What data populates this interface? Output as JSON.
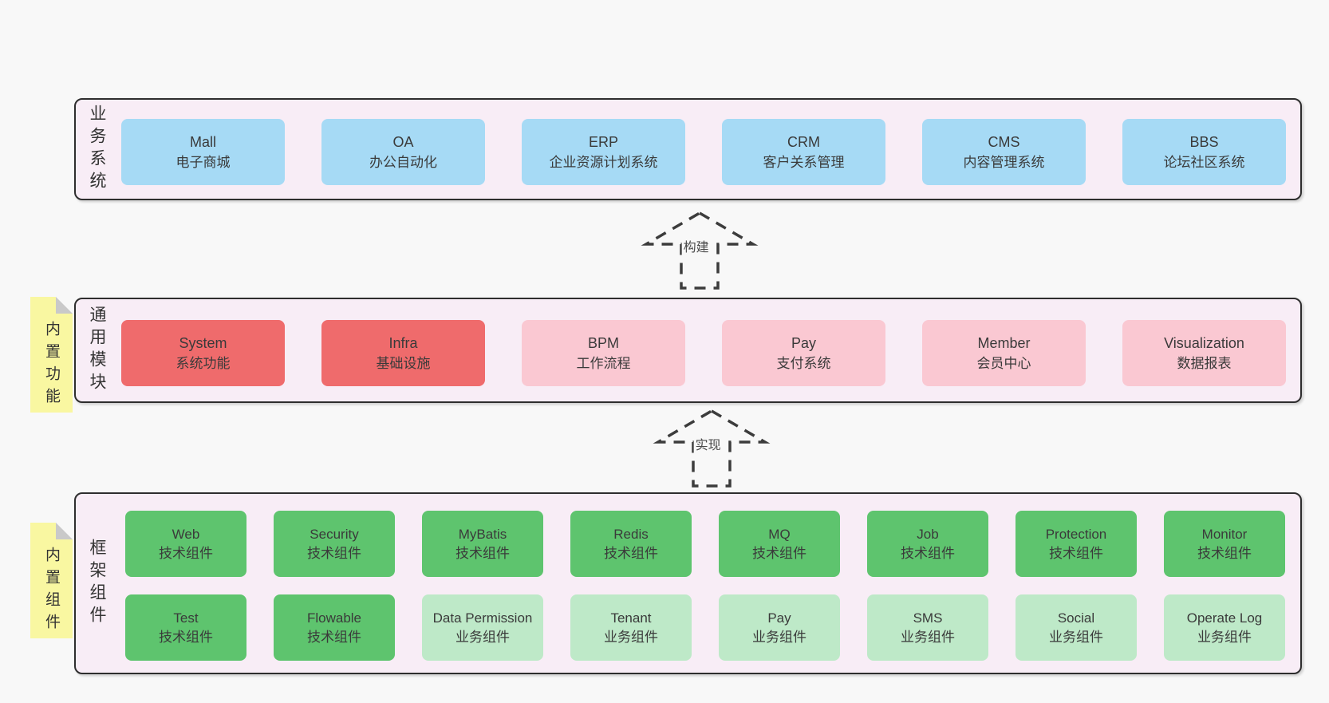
{
  "colors": {
    "page-bg": "#f8f8f8",
    "panel-bg": "#f8edf6",
    "panel-border": "#2e2e2e",
    "blue": "#a6daf5",
    "red": "#ef6b6c",
    "pink": "#fac8d2",
    "green": "#5ec46e",
    "lightgreen": "#bee9c8",
    "yellow": "#f9f7a1",
    "fold": "#c9c9c9",
    "text": "#3a3a3a",
    "arrow": "#3c3c3c"
  },
  "sections": {
    "business": {
      "label": "业务系统",
      "items": [
        {
          "name": "Mall",
          "desc": "电子商城",
          "variant": "blue"
        },
        {
          "name": "OA",
          "desc": "办公自动化",
          "variant": "blue"
        },
        {
          "name": "ERP",
          "desc": "企业资源计划系统",
          "variant": "blue"
        },
        {
          "name": "CRM",
          "desc": "客户关系管理",
          "variant": "blue"
        },
        {
          "name": "CMS",
          "desc": "内容管理系统",
          "variant": "blue"
        },
        {
          "name": "BBS",
          "desc": "论坛社区系统",
          "variant": "blue"
        }
      ]
    },
    "modules": {
      "label": "通用模块",
      "note": "内置功能",
      "items": [
        {
          "name": "System",
          "desc": "系统功能",
          "variant": "red"
        },
        {
          "name": "Infra",
          "desc": "基础设施",
          "variant": "red"
        },
        {
          "name": "BPM",
          "desc": "工作流程",
          "variant": "pink"
        },
        {
          "name": "Pay",
          "desc": "支付系统",
          "variant": "pink"
        },
        {
          "name": "Member",
          "desc": "会员中心",
          "variant": "pink"
        },
        {
          "name": "Visualization",
          "desc": "数据报表",
          "variant": "pink"
        }
      ]
    },
    "framework": {
      "label": "框架组件",
      "note": "内置组件",
      "rows": [
        [
          {
            "name": "Web",
            "desc": "技术组件",
            "variant": "green"
          },
          {
            "name": "Security",
            "desc": "技术组件",
            "variant": "green"
          },
          {
            "name": "MyBatis",
            "desc": "技术组件",
            "variant": "green"
          },
          {
            "name": "Redis",
            "desc": "技术组件",
            "variant": "green"
          },
          {
            "name": "MQ",
            "desc": "技术组件",
            "variant": "green"
          },
          {
            "name": "Job",
            "desc": "技术组件",
            "variant": "green"
          },
          {
            "name": "Protection",
            "desc": "技术组件",
            "variant": "green"
          },
          {
            "name": "Monitor",
            "desc": "技术组件",
            "variant": "green"
          }
        ],
        [
          {
            "name": "Test",
            "desc": "技术组件",
            "variant": "green"
          },
          {
            "name": "Flowable",
            "desc": "技术组件",
            "variant": "green"
          },
          {
            "name": "Data Permission",
            "desc": "业务组件",
            "variant": "lightgreen"
          },
          {
            "name": "Tenant",
            "desc": "业务组件",
            "variant": "lightgreen"
          },
          {
            "name": "Pay",
            "desc": "业务组件",
            "variant": "lightgreen"
          },
          {
            "name": "SMS",
            "desc": "业务组件",
            "variant": "lightgreen"
          },
          {
            "name": "Social",
            "desc": "业务组件",
            "variant": "lightgreen"
          },
          {
            "name": "Operate Log",
            "desc": "业务组件",
            "variant": "lightgreen"
          }
        ]
      ]
    }
  },
  "arrows": [
    {
      "label": "构建"
    },
    {
      "label": "实现"
    }
  ]
}
